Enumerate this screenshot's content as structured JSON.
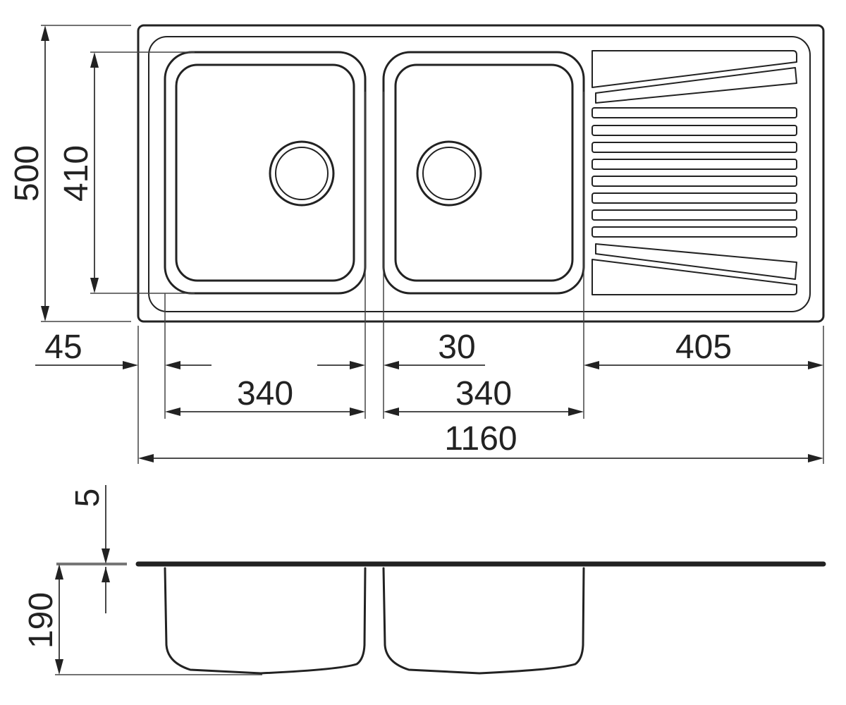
{
  "plan_view": {
    "overall_height": "500",
    "bowl_height": "410",
    "left_margin": "45",
    "bowl_gap": "30",
    "drainer_width": "405",
    "left_bowl_width": "340",
    "right_bowl_width": "340",
    "overall_width": "1160"
  },
  "section_view": {
    "rim_thickness": "5",
    "bowl_depth": "190"
  }
}
